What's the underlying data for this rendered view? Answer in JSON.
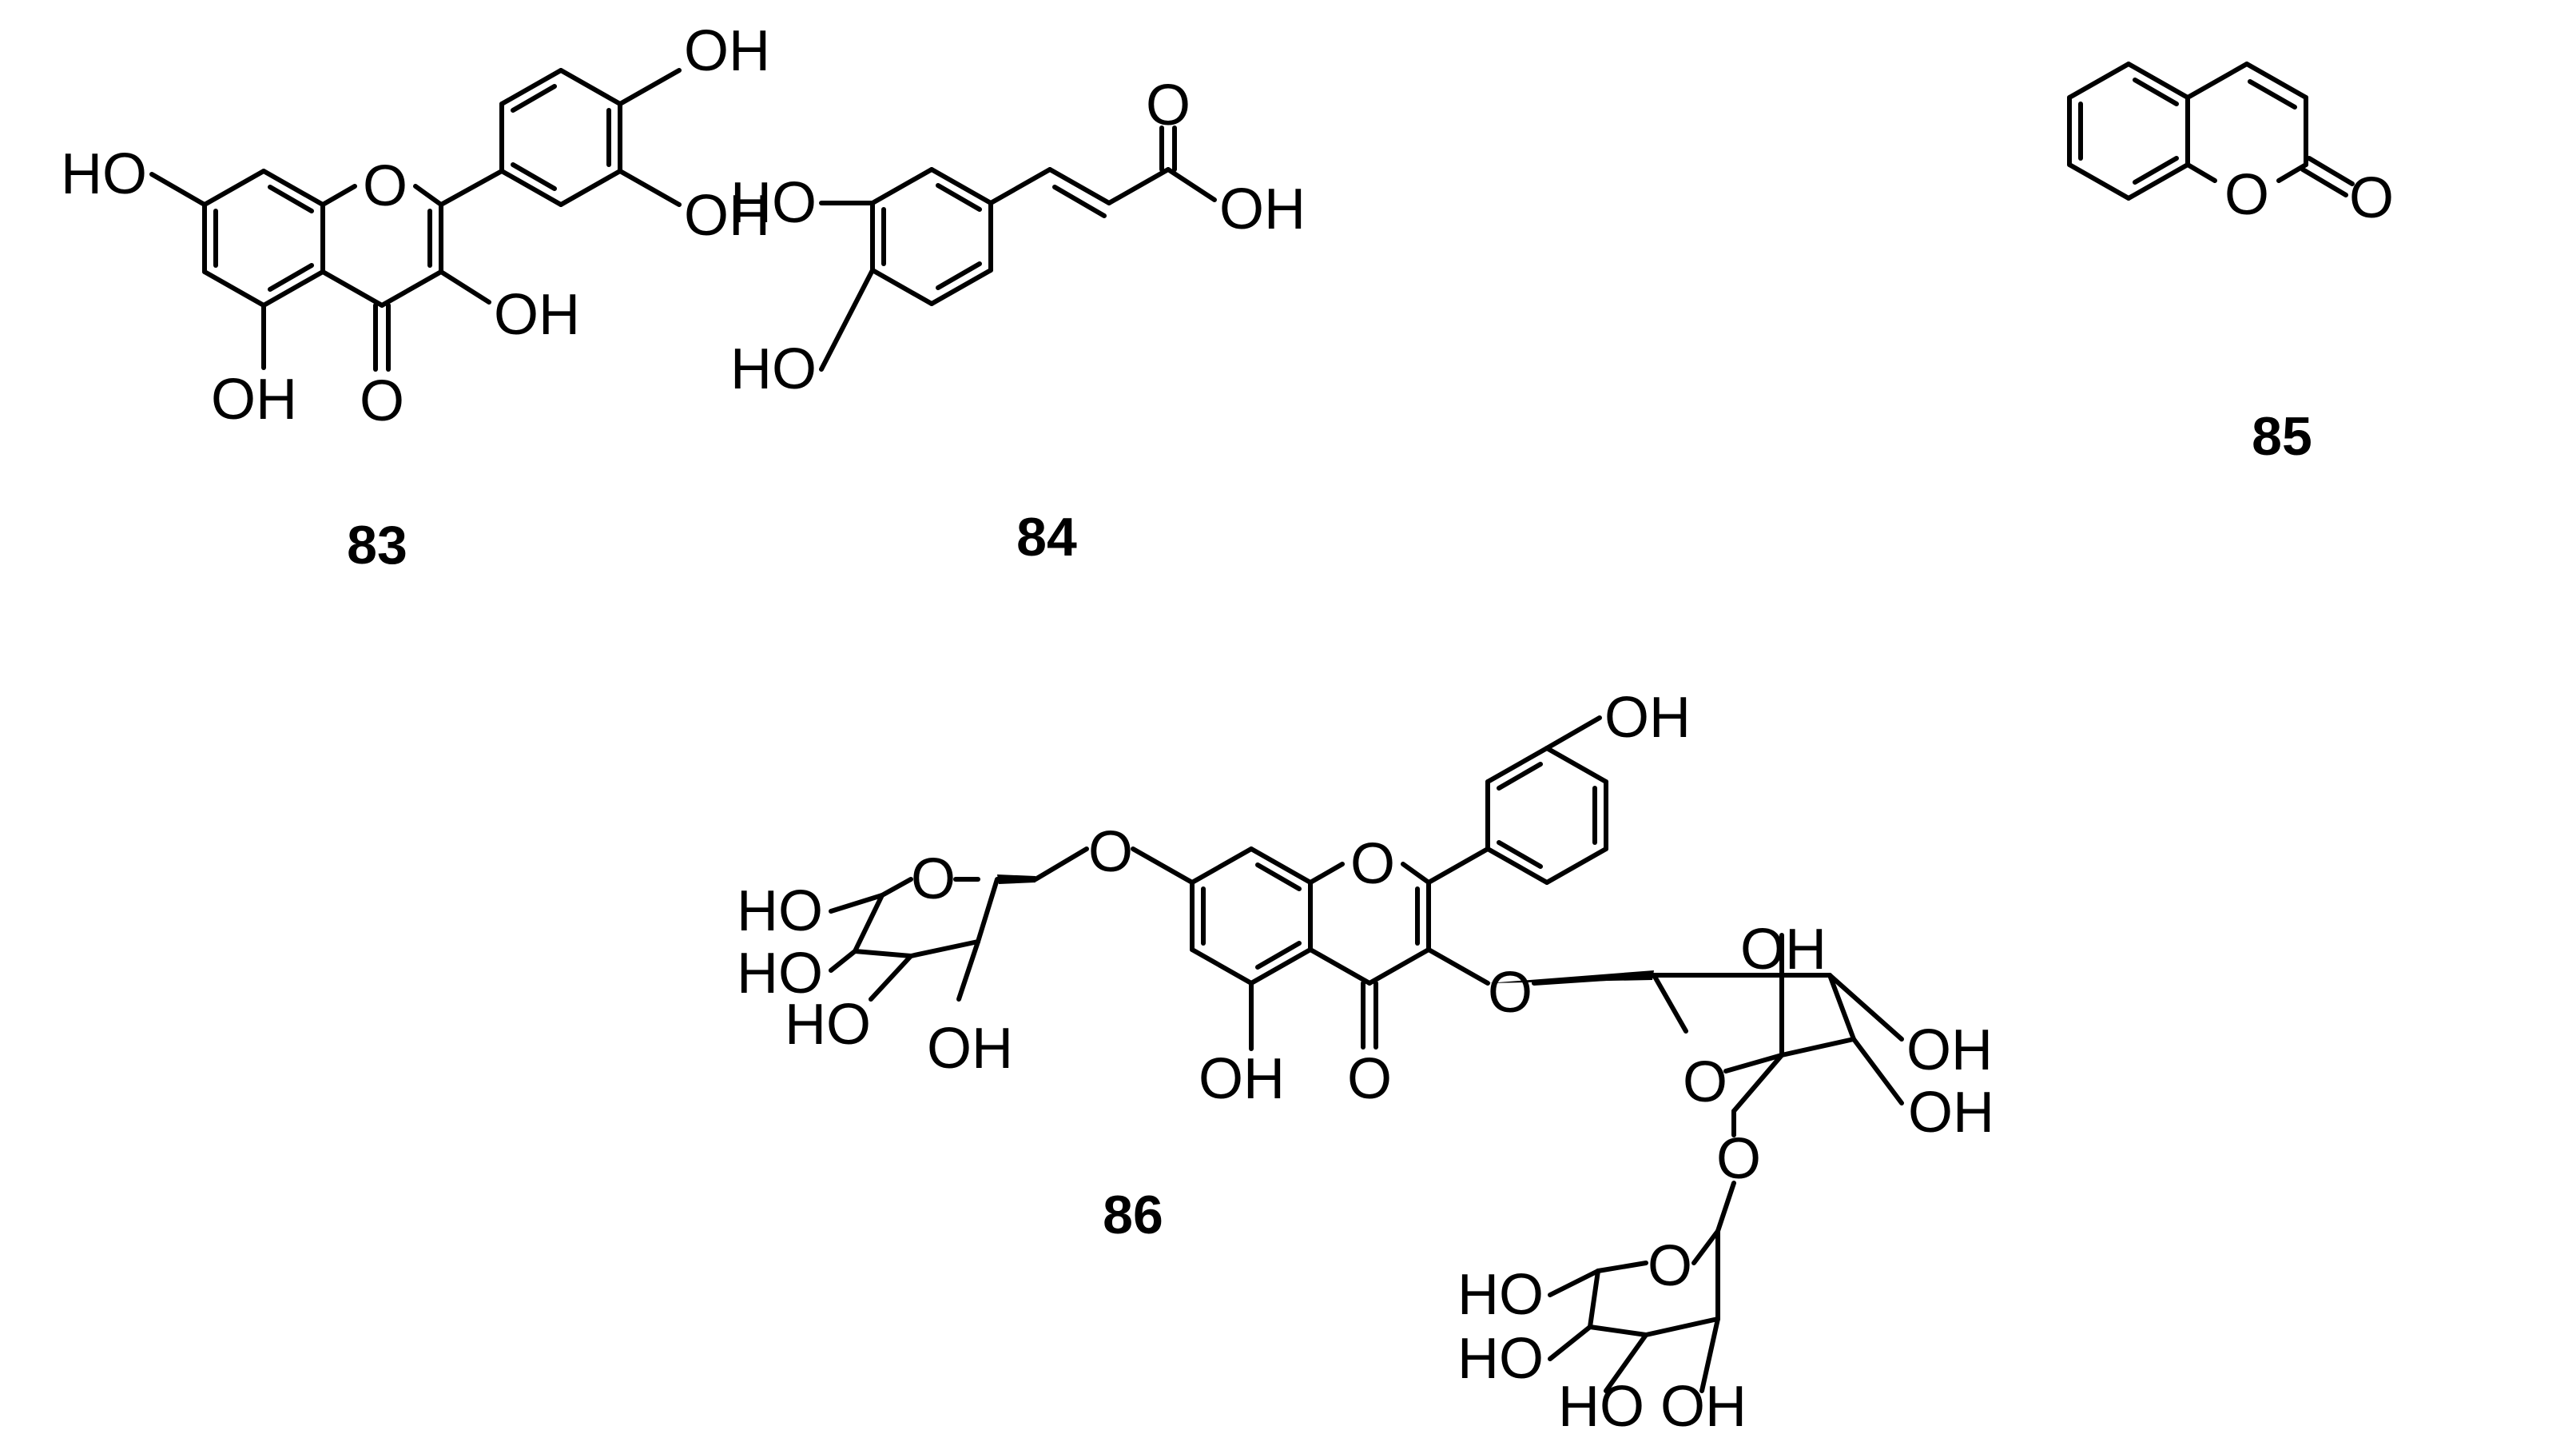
{
  "compounds": [
    {
      "id": "83",
      "label": "83",
      "atoms": {
        "ho_left": "HO",
        "oh_top_right": "OH",
        "oh_right": "OH",
        "oh_c3": "OH",
        "oh_c5": "OH",
        "ring_o": "O",
        "carbonyl_o": "O"
      }
    },
    {
      "id": "84",
      "label": "84",
      "atoms": {
        "ho_top": "HO",
        "ho_bottom": "HO",
        "carbonyl_o": "O",
        "acid_oh": "OH"
      }
    },
    {
      "id": "85",
      "label": "85",
      "atoms": {
        "ring_o": "O",
        "carbonyl_o": "O"
      }
    },
    {
      "id": "86",
      "label": "86",
      "atoms": {
        "oh_top": "OH",
        "ring_o": "O",
        "link_o7": "O",
        "oh_c5": "OH",
        "carbonyl_o": "O",
        "link_o3": "O",
        "sugarL_o": "O",
        "sugarL_ho1": "HO",
        "sugarL_ho2": "HO",
        "sugarL_ho3": "HO",
        "sugarL_oh4": "OH",
        "sugarR_o": "O",
        "sugarR_oh1": "OH",
        "sugarR_oh2": "OH",
        "sugarR_oh3": "OH",
        "link_o6": "O",
        "sugarB_o": "O",
        "sugarB_ho1": "HO",
        "sugarB_ho2": "HO",
        "sugarB_ho3": "HO",
        "sugarB_oh4": "OH"
      }
    }
  ],
  "colors": {
    "ink": "#000000",
    "background": "#ffffff"
  }
}
